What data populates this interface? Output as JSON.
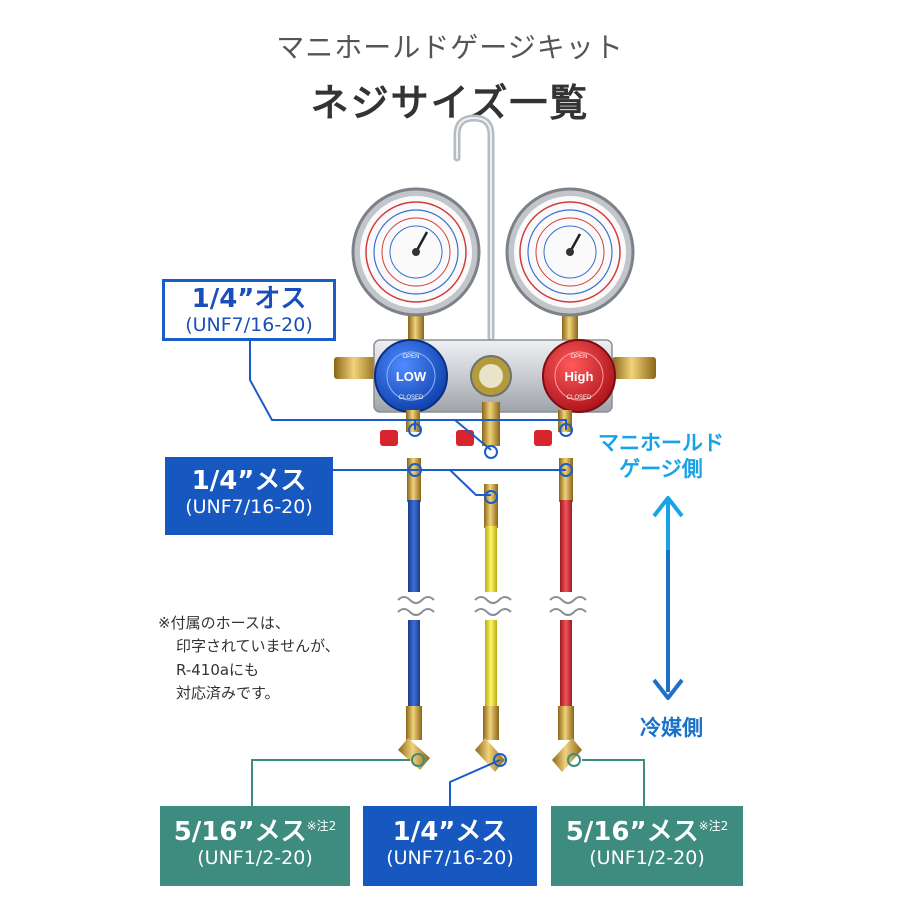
{
  "title": {
    "line1": "マニホールドゲージキット",
    "line2": "ネジサイズ一覧"
  },
  "labels": {
    "male_fitting": {
      "main": "1/4”オス",
      "sub": "(UNF7/16-20)"
    },
    "female_manifold": {
      "main": "1/4”メス",
      "sub": "(UNF7/16-20)"
    },
    "bottom_left": {
      "main": "5/16”メス",
      "note": "※注2",
      "sub": "(UNF1/2-20)"
    },
    "bottom_center": {
      "main": "1/4”メス",
      "sub": "(UNF7/16-20)"
    },
    "bottom_right": {
      "main": "5/16”メス",
      "note": "※注2",
      "sub": "(UNF1/2-20)"
    }
  },
  "note": {
    "lines": [
      "※付属のホースは、",
      "印字されていませんが、",
      "R-410aにも",
      "対応済みです。"
    ]
  },
  "side": {
    "manifold_side": [
      "マニホールド",
      "ゲージ側"
    ],
    "refrigerant_side": "冷媒側"
  },
  "gauge": {
    "low_knob": "LOW",
    "high_knob": "High",
    "open": "OPEN",
    "closed": "CLOSED"
  },
  "colors": {
    "blue_box": "#1657c0",
    "teal_box": "#3e8c80",
    "arrow": "#19a3e6",
    "hose_blue": "#2a57b8",
    "hose_yellow": "#e8dc2a",
    "hose_red": "#d7333a",
    "brass": "#c99a2e"
  }
}
